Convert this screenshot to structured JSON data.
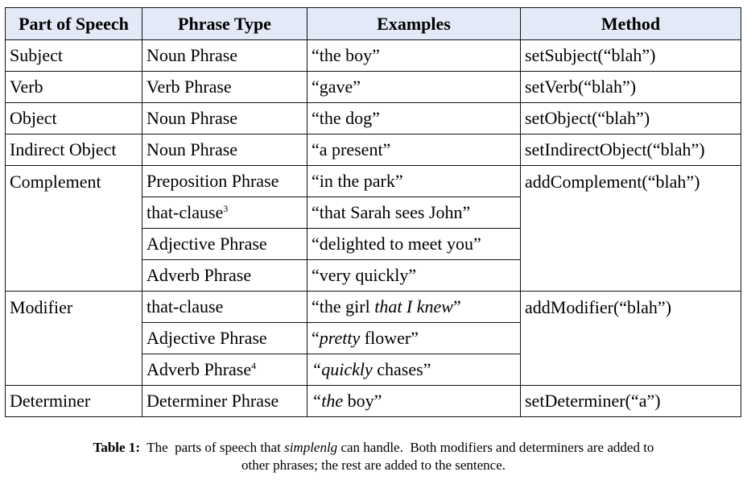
{
  "table": {
    "headers": [
      "Part of Speech",
      "Phrase Type",
      "Examples",
      "Method"
    ],
    "rows": {
      "subject": {
        "pos": "Subject",
        "phrase": "Noun Phrase",
        "example": "“the boy”",
        "method": "setSubject(“blah”)"
      },
      "verb": {
        "pos": "Verb",
        "phrase": "Verb Phrase",
        "example": "“gave”",
        "method": "setVerb(“blah”)"
      },
      "object": {
        "pos": "Object",
        "phrase": "Noun Phrase",
        "example": "“the dog”",
        "method": "setObject(“blah”)"
      },
      "indirect": {
        "pos": "Indirect Object",
        "phrase": "Noun Phrase",
        "example": "“a present”",
        "method": "setIndirectObject(“blah”)"
      },
      "complement": {
        "pos": "Complement",
        "method": "addComplement(“blah”)",
        "phrases": [
          {
            "phrase": "Preposition Phrase",
            "example": "“in the park”"
          },
          {
            "phrase": "that-clause",
            "footnote": "3",
            "example": "“that Sarah sees John”"
          },
          {
            "phrase": "Adjective Phrase",
            "example": "“delighted to meet you”"
          },
          {
            "phrase": "Adverb Phrase",
            "example": "“very quickly”"
          }
        ]
      },
      "modifier": {
        "pos": "Modifier",
        "method": "addModifier(“blah”)",
        "phrases": [
          {
            "phrase": "that-clause",
            "example_plain": "“the girl ",
            "example_italic": "that I knew",
            "example_tail": "”"
          },
          {
            "phrase": "Adjective Phrase",
            "example_plain": "“",
            "example_italic": "pretty",
            "example_tail": " flower”"
          },
          {
            "phrase": "Adverb Phrase",
            "footnote": "4",
            "example_plain": "",
            "example_italic": "“quickly",
            "example_tail": " chases”"
          }
        ]
      },
      "determiner": {
        "pos": "Determiner",
        "phrase": "Determiner Phrase",
        "example_italic": "“the",
        "example_tail": " boy”",
        "method": "setDeterminer(“a”)"
      }
    }
  },
  "caption": {
    "label": "Table 1:",
    "text_before": "  The  parts of speech that ",
    "italic": "simplenlg",
    "text_after_line1": " can handle.  Both modifiers and determiners are added to",
    "line2": "other phrases; the rest are added to the sentence."
  }
}
